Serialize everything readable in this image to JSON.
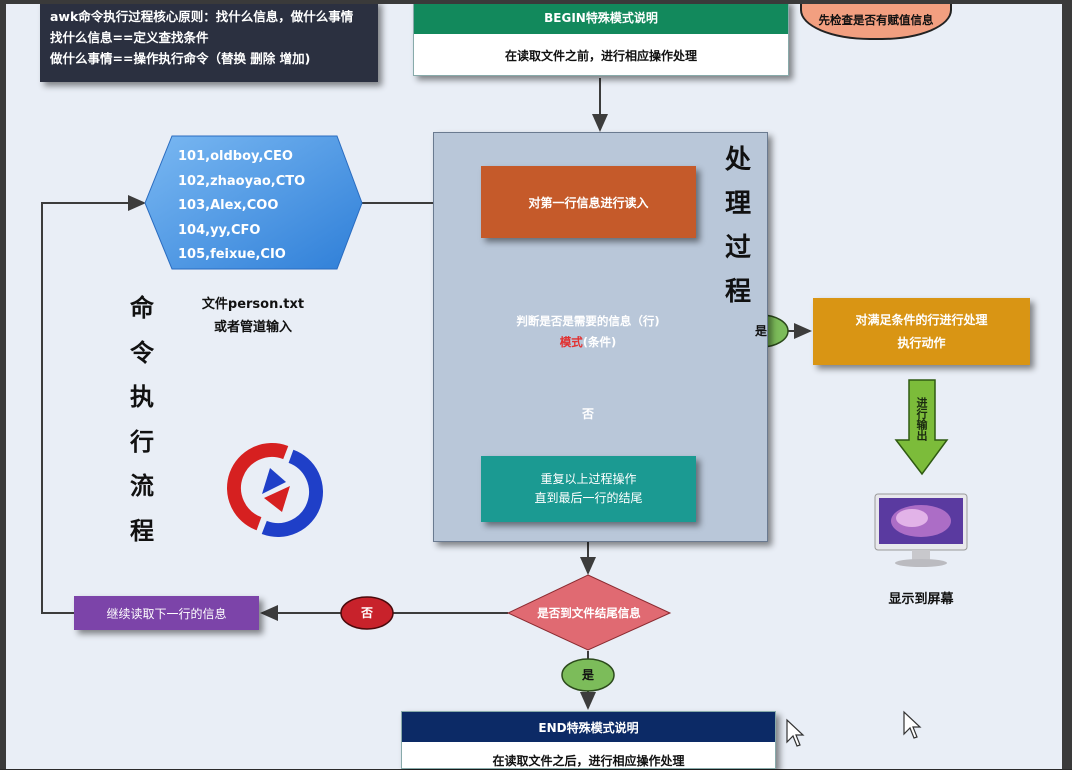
{
  "note": {
    "lines": [
      "awk命令执行过程核心原则：找什么信息，做什么事情",
      "找什么信息==定义查找条件",
      "做什么事情==操作执行命令（替换 删除 增加)"
    ]
  },
  "begin": {
    "title": "BEGIN特殊模式说明",
    "body": "在读取文件之前，进行相应操作处理"
  },
  "bubble": {
    "text": "先检查是否有赋值信息"
  },
  "data_hex": {
    "lines": [
      "101,oldboy,CEO",
      "102,zhaoyao,CTO",
      "103,Alex,COO",
      "104,yy,CFO",
      "105,feixue,CIO"
    ]
  },
  "source_label": {
    "lines": [
      "文件person.txt",
      "或者管道输入"
    ]
  },
  "vertical_left": {
    "chars": [
      "命",
      "令",
      "执",
      "行",
      "流",
      "程"
    ]
  },
  "vertical_process": {
    "chars": [
      "处",
      "理",
      "过",
      "程"
    ]
  },
  "read_first_line": {
    "text": "对第一行信息进行读入"
  },
  "decision_match": {
    "line1": "判断是否是需要的信息（行)",
    "line2_red": "模式",
    "line2_rest": "(条件)"
  },
  "yes_label_1": "是",
  "no_label_1": "否",
  "act_on_match": {
    "line1": "对满足条件的行进行处理",
    "line2": "执行动作"
  },
  "output_arrow_label": "进行输出",
  "monitor_label": "显示到屏幕",
  "repeat_box": {
    "line1": "重复以上过程操作",
    "line2": "直到最后一行的结尾"
  },
  "decision_eof": {
    "text": "是否到文件结尾信息"
  },
  "no_label_2": "否",
  "yes_label_2": "是",
  "continue_box": {
    "text": "继续读取下一行的信息"
  },
  "end": {
    "title": "END特殊模式说明",
    "body": "在读取文件之后，进行相应操作处理"
  },
  "colors": {
    "begin_header": "#12895c",
    "end_header": "#0c2a66",
    "read_box": "#c55a2a",
    "repeat_box": "#1b9a92",
    "act_box": "#d99514",
    "continue_box": "#7c44a9",
    "decision_match": "#3b5f8a",
    "decision_eof": "#e06a72",
    "yes_ellipse": "#7cbc5a",
    "no_ellipse": "#c8222b",
    "data_hex": "#3f8ee0",
    "output_arrow": "#7cbc3a"
  }
}
